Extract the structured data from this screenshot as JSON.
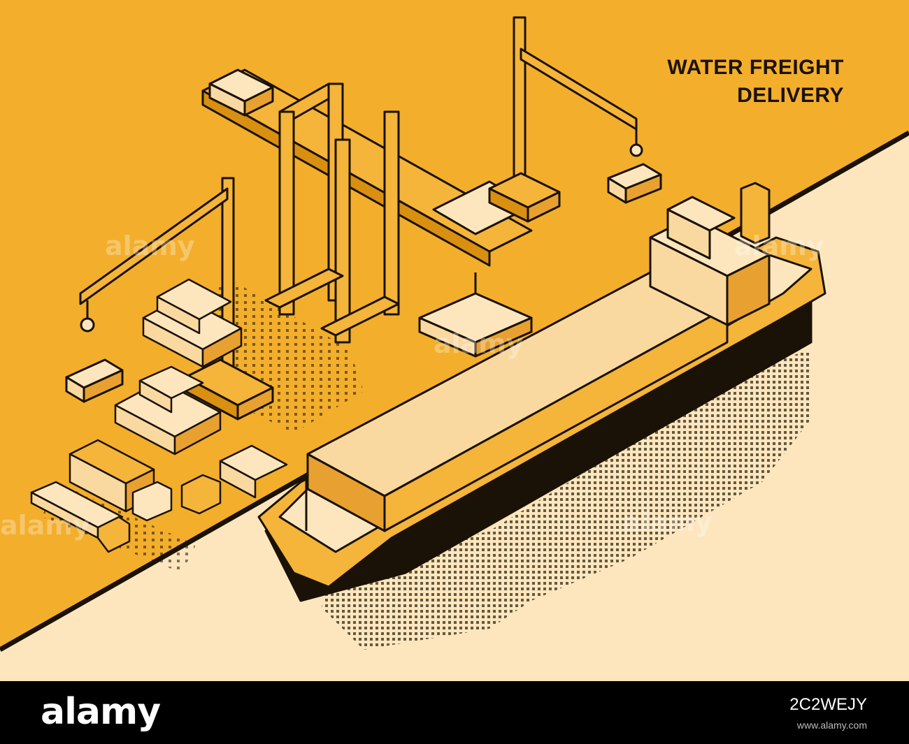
{
  "illustration": {
    "title_line_1": "WATER FREIGHT",
    "title_line_2": "DELIVERY",
    "colors": {
      "land": "#f3ae2c",
      "water": "#fde6bd",
      "outline": "#1a1206",
      "container_light": "#fad9a1",
      "hull": "#f5b43a"
    },
    "watermark_text": "alamy"
  },
  "footer": {
    "logo": "alamy",
    "image_id": "2C2WEJY",
    "reference": "www.alamy.com"
  }
}
